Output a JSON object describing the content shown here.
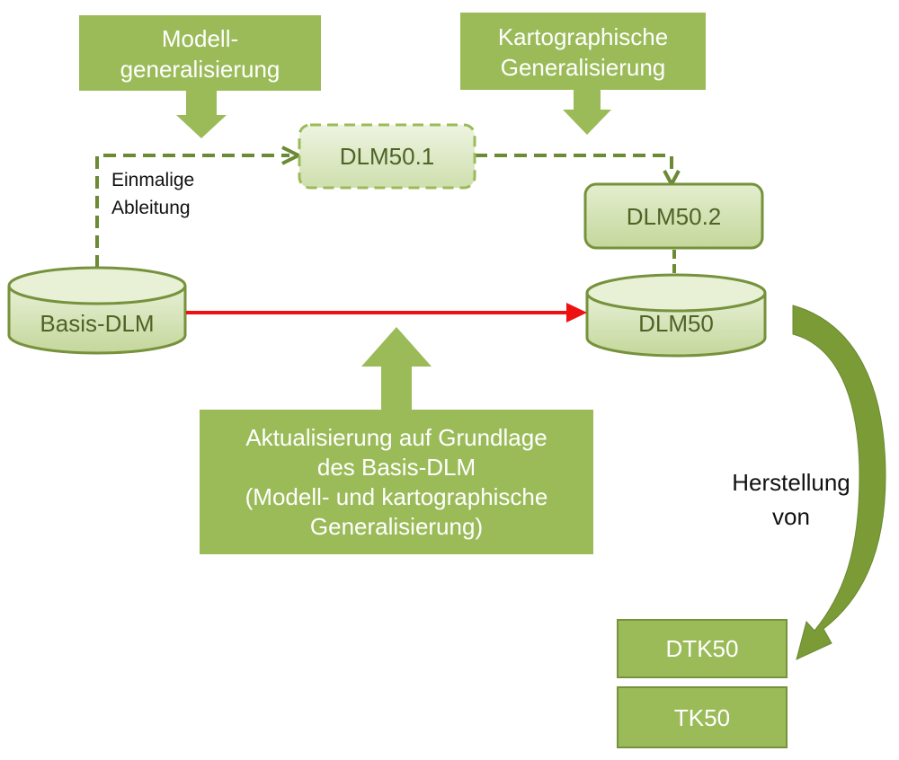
{
  "colors": {
    "green_fill": "#9bbb59",
    "green_border": "#76923c",
    "light_fill": "#d7e4bc",
    "dashed_line": "#6a8a33",
    "update_arrow": "#ee1111",
    "text_dark_green": "#4e6425"
  },
  "labels": {
    "modell_generalisierung": [
      "Modell-",
      "generalisierung"
    ],
    "kartographische_generalisierung": [
      "Kartographische",
      "Generalisierung"
    ],
    "dlm50_1": "DLM50.1",
    "dlm50_2": "DLM50.2",
    "einmalige_ableitung": [
      "Einmalige",
      "Ableitung"
    ],
    "basis_dlm": "Basis-DLM",
    "dlm50": "DLM50",
    "aktualisierung": [
      "Aktualisierung auf Grundlage",
      "des Basis-DLM",
      "(Modell- und kartographische",
      "Generalisierung)"
    ],
    "herstellung_von": [
      "Herstellung",
      "von"
    ],
    "dtk50": "DTK50",
    "tk50": "TK50"
  }
}
